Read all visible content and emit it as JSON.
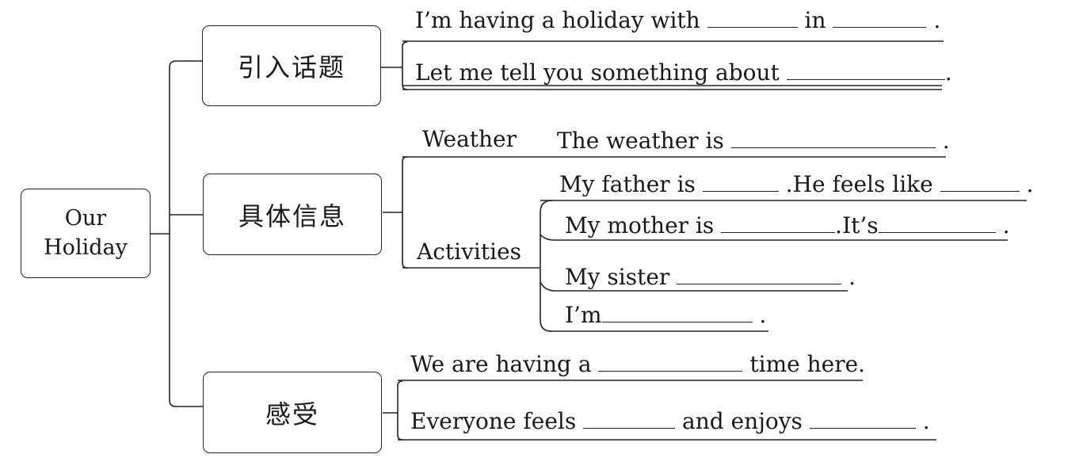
{
  "root": {
    "line1": "Our",
    "line2": "Holiday"
  },
  "intro": {
    "label": "引入话题",
    "s1_before": "I’m having a holiday with",
    "s1_mid": "in",
    "s1_end": ".",
    "s2_before": "Let me tell you something about",
    "s2_end": "."
  },
  "details": {
    "label": "具体信息",
    "weather_label": "Weather",
    "weather_before": "The weather is",
    "weather_end": ".",
    "activities_label": "Activities",
    "father_before": "My father is",
    "father_mid": ".He feels like",
    "father_end": ".",
    "mother_before": "My mother is",
    "mother_mid": ".It’s",
    "mother_end": ".",
    "sister_before": "My sister",
    "sister_end": ".",
    "me_before": "I’m",
    "me_end": "."
  },
  "feelings": {
    "label": "感受",
    "s1_before": "We are having a",
    "s1_after": "time here.",
    "s2_before": "Everyone feels",
    "s2_mid": "and enjoys",
    "s2_end": "."
  }
}
